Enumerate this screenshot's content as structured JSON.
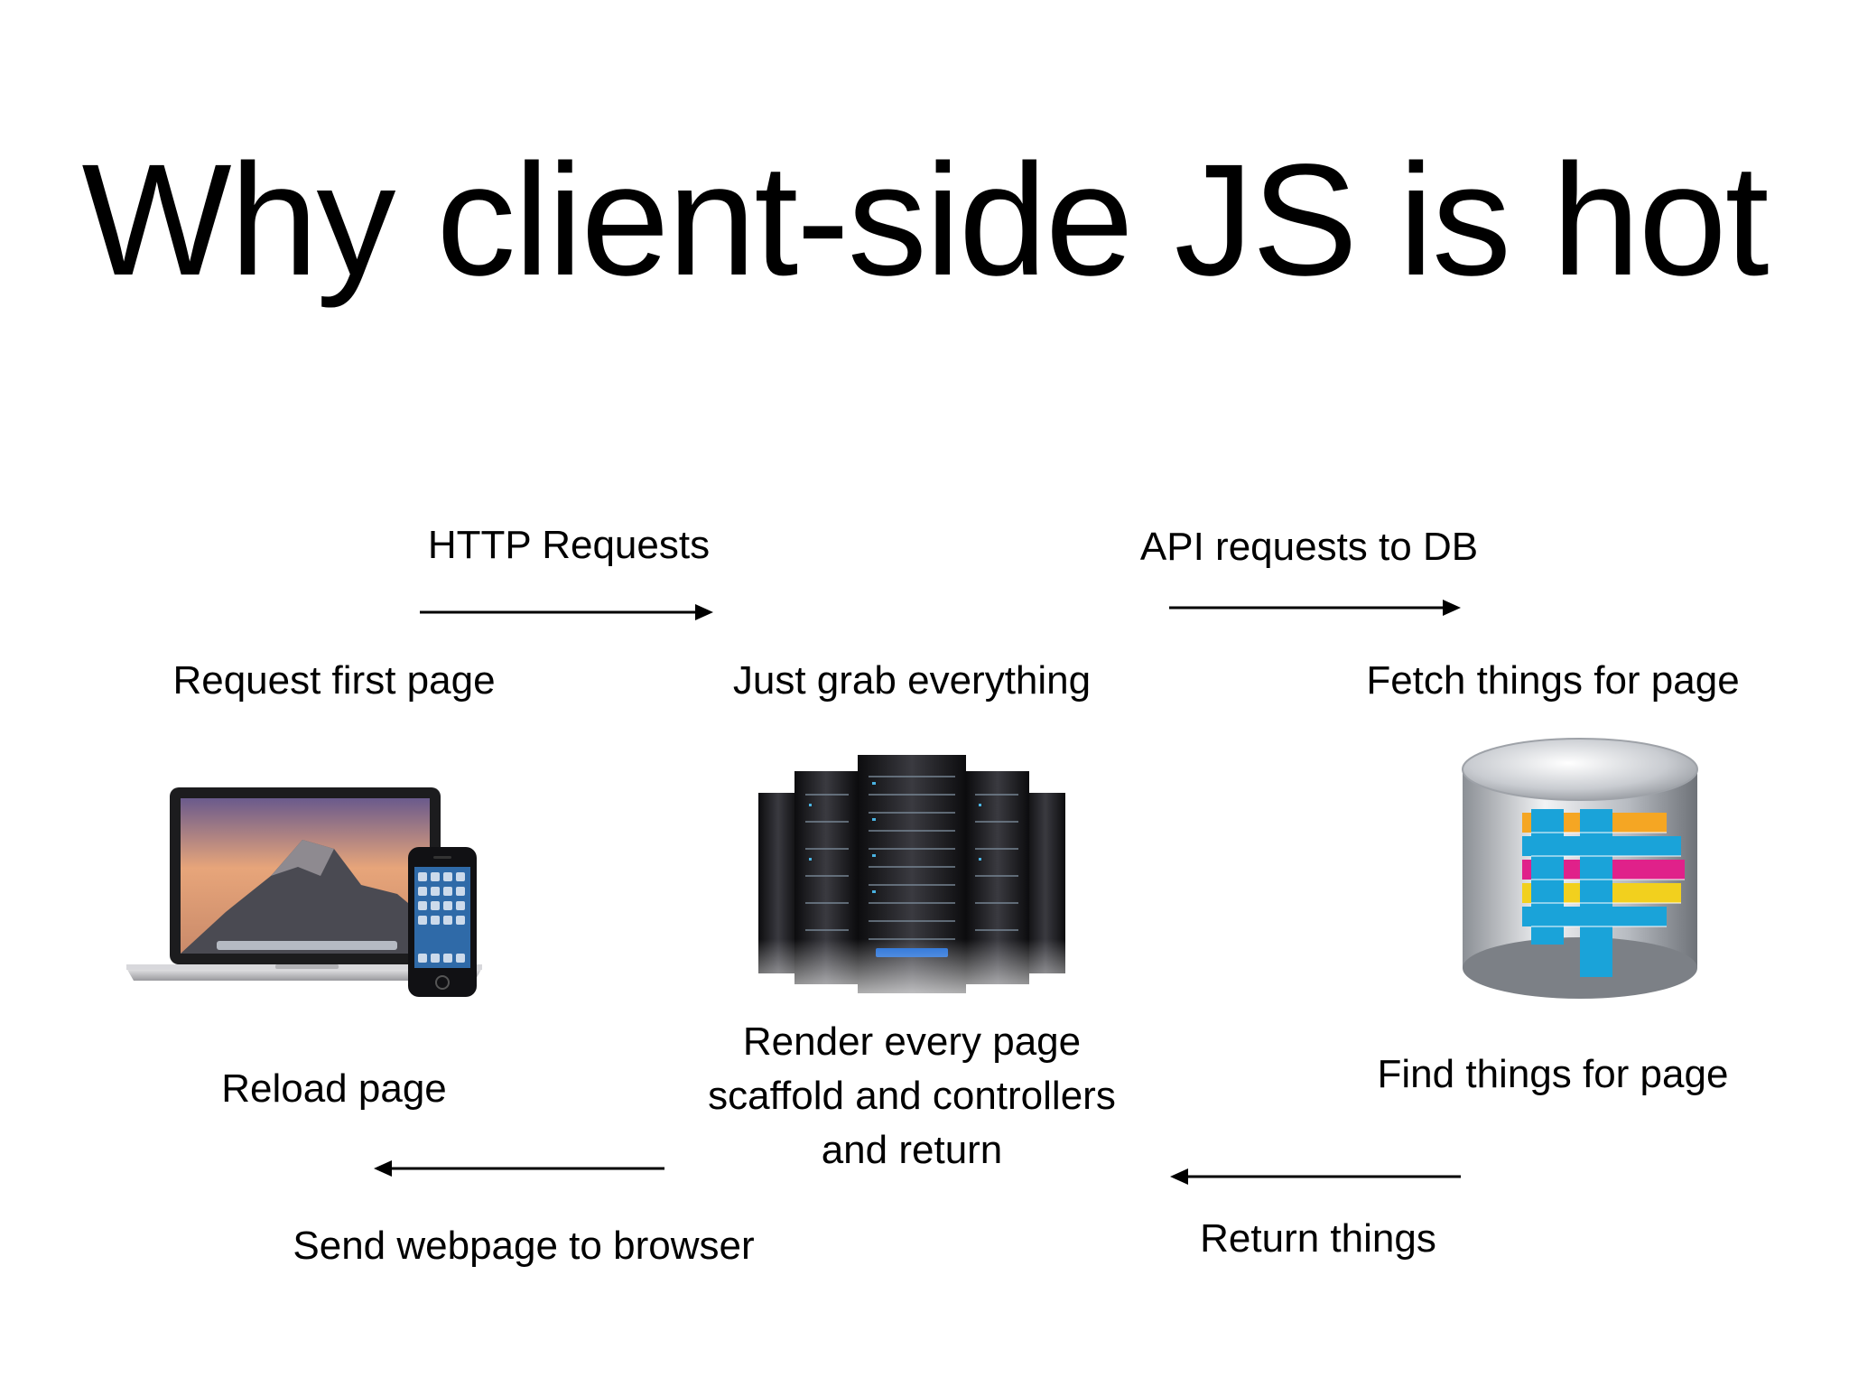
{
  "slide": {
    "title": "Why client-side JS is hot"
  },
  "diagram": {
    "edges": {
      "http_requests": "HTTP Requests",
      "api_requests": "API requests to DB",
      "send_webpage": "Send webpage to browser",
      "return_things": "Return things"
    },
    "nodes": {
      "client": {
        "top_label": "Request first page",
        "bottom_label": "Reload page",
        "icon": "laptop-phone-icon"
      },
      "server": {
        "top_label": "Just grab everything",
        "bottom_lines": [
          "Render every page",
          "scaffold and controllers",
          "and return"
        ],
        "icon": "server-rack-icon"
      },
      "database": {
        "top_label": "Fetch things for page",
        "bottom_label": "Find things for page",
        "icon": "database-icon"
      }
    }
  },
  "colors": {
    "db_blue": "#1aa3d9",
    "db_orange": "#f5a623",
    "db_magenta": "#e0218a",
    "db_yellow": "#f2d01e"
  }
}
